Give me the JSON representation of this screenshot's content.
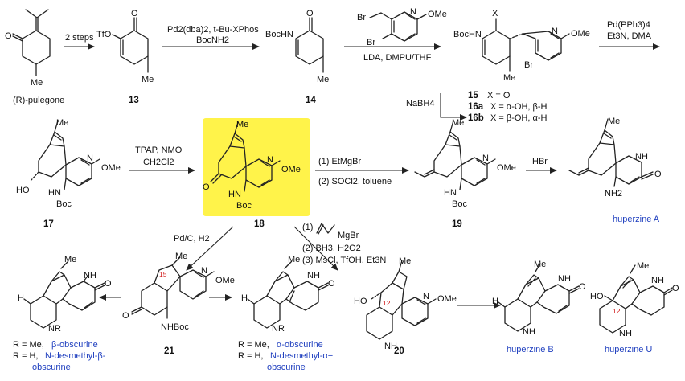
{
  "colors": {
    "bond": "#222222",
    "highlight": "#fff34a",
    "natural_product": "#1f3fbf",
    "numbering": "#d01515"
  },
  "compounds": {
    "start": "(R)-pulegone",
    "c13": "13",
    "c14": "14",
    "c15": "15",
    "c15_x": "X = O",
    "c16a": "16a",
    "c16a_x": "X = α-OH, β-H",
    "c16b": "16b",
    "c16b_x": "X = β-OH, α-H",
    "c17": "17",
    "c18": "18",
    "c19": "19",
    "c20": "20",
    "c21": "21",
    "huperzine_a": "huperzine A",
    "huperzine_b": "huperzine B",
    "huperzine_u": "huperzine U",
    "beta_line1_prefix": "R = Me,",
    "beta_line1_name": "β-obscurine",
    "beta_line2_prefix": "R = H,",
    "beta_line2_name": "N-desmethyl-β-",
    "beta_line3": "obscurine",
    "alpha_line1_prefix": "R = Me,",
    "alpha_line1_name": "α-obscurine",
    "alpha_line2_prefix": "R = H,",
    "alpha_line2_name": "N-desmethyl-α−",
    "alpha_line3": "obscurine"
  },
  "reagents": {
    "r1": "2 steps",
    "r2_line1": "Pd2(dba)2, t-Bu-XPhos",
    "r2_line2": "BocNH2",
    "r3": "LDA, DMPU/THF",
    "r4_line1": "Pd(PPh3)4",
    "r4_line2": "Et3N, DMA",
    "r5": "NaBH4",
    "r6_line1": "TPAP, NMO",
    "r6_line2": "CH2Cl2",
    "r7_line1": "(1) EtMgBr",
    "r7_line2": "(2) SOCl2, toluene",
    "r8": "HBr",
    "r9": "Pd/C, H2",
    "r10_line1": "(1)",
    "r10_line1b": "MgBr",
    "r10_line2": "(2) BH3, H2O2",
    "r10_line3": "(3) MsCl, TfOH, Et3N"
  },
  "atoms": {
    "O": "O",
    "TfO": "TfO",
    "BocHN": "BocHN",
    "Br": "Br",
    "OMe": "OMe",
    "X": "X",
    "Me": "Me",
    "N": "N",
    "NH": "NH",
    "HN": "HN",
    "Boc": "Boc",
    "HO": "HO",
    "NH2": "NH2",
    "NR": "NR",
    "H": "H",
    "NHBoc": "NHBoc",
    "n12": "12",
    "n15": "15"
  }
}
